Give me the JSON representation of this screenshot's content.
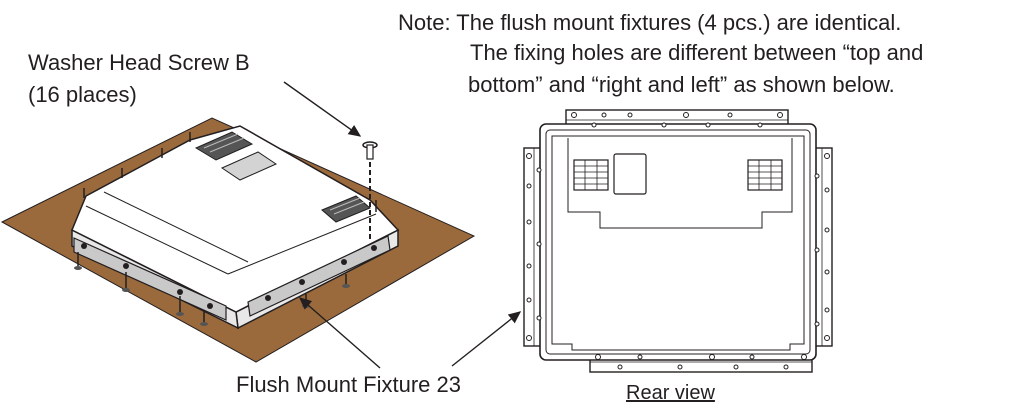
{
  "note": {
    "line1": "Note: The flush mount fixtures (4 pcs.) are identical.",
    "line2": "The fixing holes are different between “top and",
    "line3": "bottom” and “right and left” as shown below."
  },
  "screw_label": {
    "line1": "Washer Head Screw B",
    "line2": "(16 places)"
  },
  "fixture_label": "Flush Mount Fixture 23",
  "rear_view_label": "Rear view",
  "colors": {
    "mounting_surface": "#9b6a3c",
    "ink": "#231f20",
    "fixture_fill": "#c9c9c9"
  }
}
